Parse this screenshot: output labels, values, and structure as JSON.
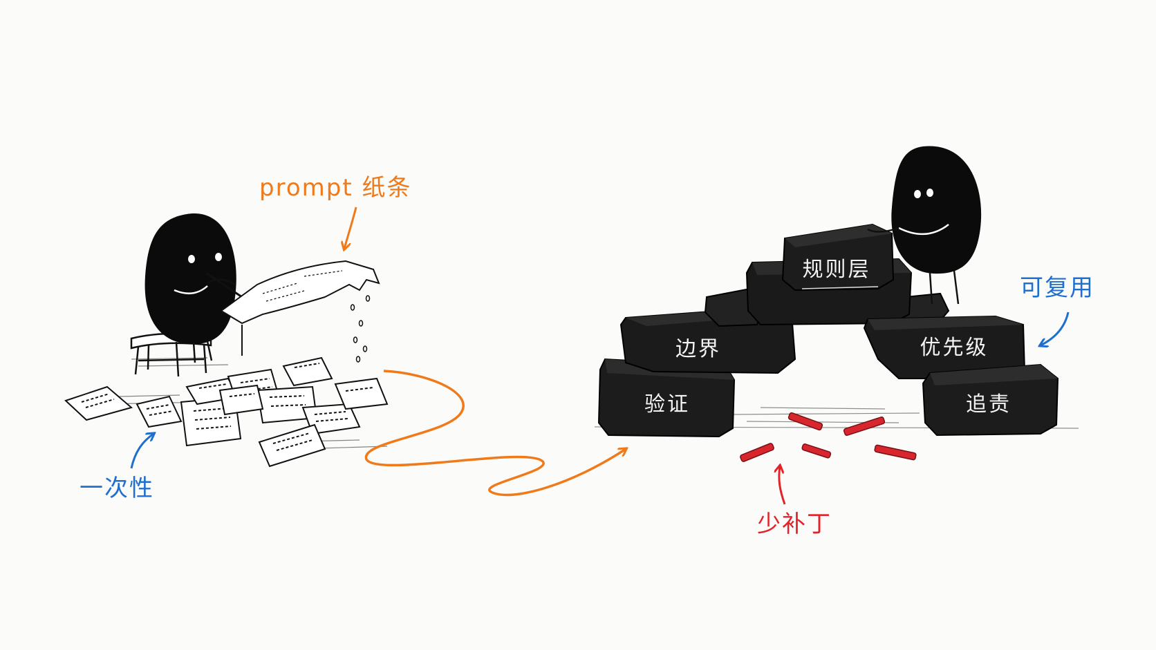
{
  "annotations": {
    "prompt_note": "prompt 纸条",
    "one_off": "一次性",
    "reusable": "可复用",
    "fewer_patches": "少补丁"
  },
  "stones": {
    "rules_layer": "规则层",
    "boundary": "边界",
    "priority": "优先级",
    "verification": "验证",
    "accountability": "追责"
  },
  "colors": {
    "orange": "#f07a1a",
    "blue": "#1f6fd1",
    "red": "#e2232a",
    "ink": "#111111",
    "stone": "#1c1c1c",
    "patch": "#d8262e"
  },
  "icons": {
    "left_character": "blob-character-writing",
    "right_character": "blob-character-building"
  }
}
